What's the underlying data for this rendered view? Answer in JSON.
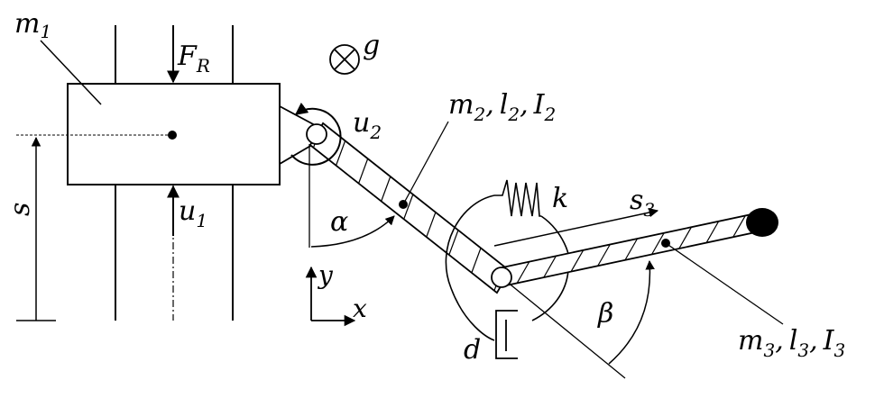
{
  "labels": {
    "m1": "m",
    "m1_sub": "1",
    "FR": "F",
    "FR_sub": "R",
    "g": "g",
    "u2": "u",
    "u2_sub": "2",
    "link2_a": "m",
    "link2_a_sub": "2",
    "link2_b": "l",
    "link2_b_sub": "2",
    "link2_c": "I",
    "link2_c_sub": "2",
    "s": "s",
    "u1": "u",
    "u1_sub": "1",
    "alpha": "α",
    "k": "k",
    "s3": "s",
    "s3_sub": "3",
    "y": "y",
    "x": "x",
    "d": "d",
    "beta": "β",
    "link3_a": "m",
    "link3_a_sub": "3",
    "link3_b": "l",
    "link3_b_sub": "3",
    "link3_c": "I",
    "link3_c_sub": "3",
    "sep": ","
  },
  "colors": {
    "ink": "#000000",
    "paper": "#ffffff"
  },
  "icons": {
    "gravity": "circled-times-icon",
    "torque": "curved-arrow-icon",
    "spring": "zigzag-spring-icon",
    "damper": "dashpot-icon"
  }
}
